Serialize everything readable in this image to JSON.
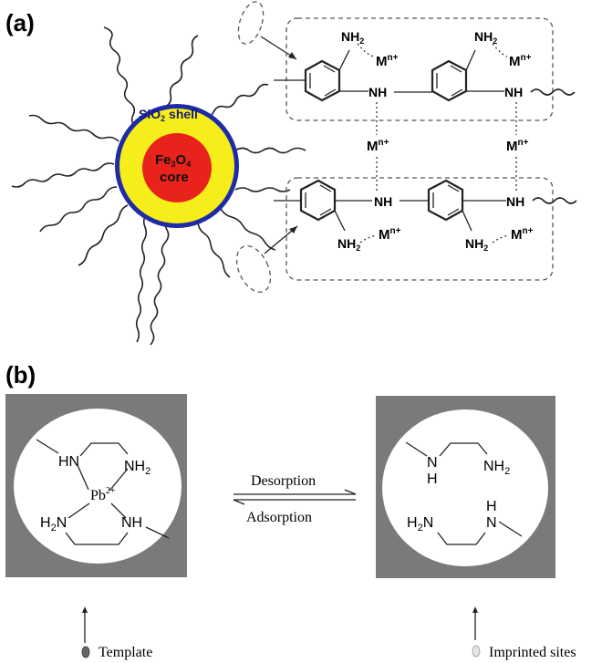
{
  "panel_a": {
    "label": "(a)",
    "shell_label_main": "SiO",
    "shell_label_sub": "2",
    "shell_label_rest": " shell",
    "core_label_main": "Fe",
    "core_label_sub1": "3",
    "core_label_mid": "O",
    "core_label_sub2": "4",
    "core_label_line2": "core",
    "amine_group": "NH",
    "amine_sub": "2",
    "imine_group": "NH",
    "metal_ion": "M",
    "metal_charge": "n+"
  },
  "panel_b": {
    "label": "(b)",
    "template_complex": {
      "hn": "HN",
      "nh2_right": "NH",
      "nh2_sub": "2",
      "h2n": "H",
      "h2n_sub": "2",
      "h2n_n": "N",
      "nh_right": "NH",
      "pb": "Pb",
      "pb_charge": "2+"
    },
    "imprinted_site": {
      "n_top": "N",
      "h_top": "H",
      "nh2": "NH",
      "nh2_sub": "2",
      "h2n": "H",
      "h2n_sub": "2",
      "h2n_n": "N",
      "h_bottom": "H",
      "n_bottom": "N"
    },
    "desorption_label": "Desorption",
    "adsorption_label": "Adsorption",
    "template_legend": "Template",
    "imprinted_legend": "Imprinted sites"
  },
  "colors": {
    "core": "#e8231b",
    "shell": "#f6ee1b",
    "shell_border": "#1e2ba6",
    "block_gray": "#7a7a7a"
  }
}
